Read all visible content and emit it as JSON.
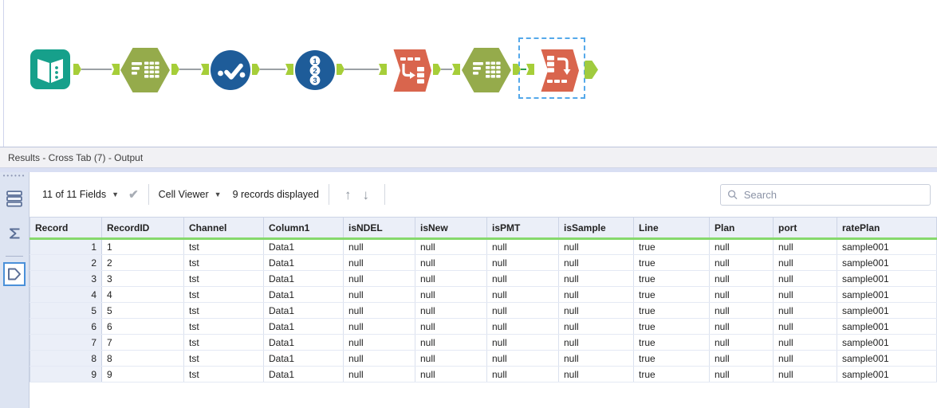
{
  "workflow": {
    "tools": [
      {
        "name": "input-data-tool",
        "color": "#16a08b"
      },
      {
        "name": "summarize-tool-1",
        "color": "#95ab4b"
      },
      {
        "name": "select-tool",
        "color": "#1e5c99"
      },
      {
        "name": "record-id-tool",
        "color": "#1e5c99"
      },
      {
        "name": "transpose-tool",
        "color": "#d9654d"
      },
      {
        "name": "summarize-tool-2",
        "color": "#95ab4b"
      },
      {
        "name": "cross-tab-tool",
        "color": "#d9654d",
        "selected": true
      }
    ],
    "anchor_color": "#a6ce39",
    "selected_connection_color": "#2f9e4f"
  },
  "results_panel": {
    "title": "Results - Cross Tab (7) - Output",
    "toolbar": {
      "fields_dropdown": "11 of 11 Fields",
      "cell_viewer_dropdown": "Cell Viewer",
      "records_displayed": "9 records displayed",
      "search_placeholder": "Search"
    },
    "sidebar_icons": [
      "data-grid-icon",
      "metadata-sigma-icon",
      "output-anchor-icon"
    ],
    "table": {
      "type_indicator_color": "#86d96c",
      "columns": [
        "Record",
        "RecordID",
        "Channel",
        "Column1",
        "isNDEL",
        "isNew",
        "isPMT",
        "isSample",
        "Line",
        "Plan",
        "port",
        "ratePlan"
      ],
      "rows": [
        [
          "1",
          "1",
          "tst",
          "Data1",
          "null",
          "null",
          "null",
          "null",
          "true",
          "null",
          "null",
          "sample001"
        ],
        [
          "2",
          "2",
          "tst",
          "Data1",
          "null",
          "null",
          "null",
          "null",
          "true",
          "null",
          "null",
          "sample001"
        ],
        [
          "3",
          "3",
          "tst",
          "Data1",
          "null",
          "null",
          "null",
          "null",
          "true",
          "null",
          "null",
          "sample001"
        ],
        [
          "4",
          "4",
          "tst",
          "Data1",
          "null",
          "null",
          "null",
          "null",
          "true",
          "null",
          "null",
          "sample001"
        ],
        [
          "5",
          "5",
          "tst",
          "Data1",
          "null",
          "null",
          "null",
          "null",
          "true",
          "null",
          "null",
          "sample001"
        ],
        [
          "6",
          "6",
          "tst",
          "Data1",
          "null",
          "null",
          "null",
          "null",
          "true",
          "null",
          "null",
          "sample001"
        ],
        [
          "7",
          "7",
          "tst",
          "Data1",
          "null",
          "null",
          "null",
          "null",
          "true",
          "null",
          "null",
          "sample001"
        ],
        [
          "8",
          "8",
          "tst",
          "Data1",
          "null",
          "null",
          "null",
          "null",
          "true",
          "null",
          "null",
          "sample001"
        ],
        [
          "9",
          "9",
          "tst",
          "Data1",
          "null",
          "null",
          "null",
          "null",
          "true",
          "null",
          "null",
          "sample001"
        ]
      ]
    }
  }
}
